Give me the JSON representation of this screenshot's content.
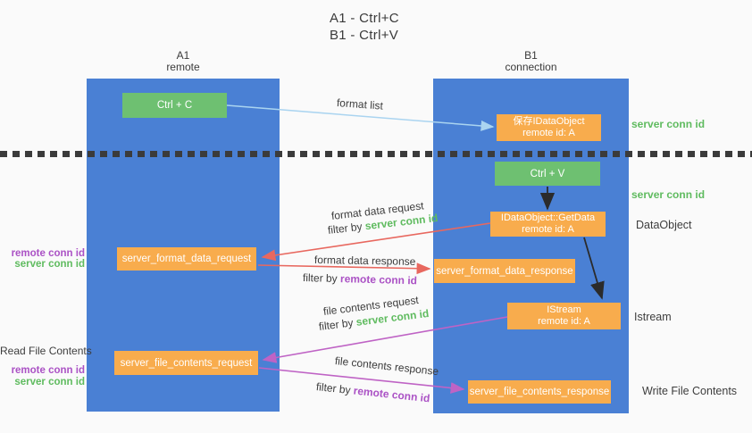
{
  "title": {
    "line1": "A1 - Ctrl+C",
    "line2": "B1 - Ctrl+V"
  },
  "lanes": {
    "a": {
      "name": "A1",
      "subtitle": "remote"
    },
    "b": {
      "name": "B1",
      "subtitle": "connection"
    }
  },
  "nodes": {
    "ctrl_c": {
      "label": "Ctrl + C"
    },
    "ctrl_v": {
      "label": "Ctrl + V"
    },
    "save_dataobject": {
      "line1": "保存IDataObject",
      "line2": "remote id: A"
    },
    "getdata": {
      "line1": "IDataObject::GetData",
      "line2": "remote id: A"
    },
    "istream": {
      "line1": "IStream",
      "line2": "remote id: A"
    },
    "format_request": {
      "label": "server_format_data_request"
    },
    "format_response": {
      "label": "server_format_data_response"
    },
    "file_request": {
      "label": "server_file_contents_request"
    },
    "file_response": {
      "label": "server_file_contents_response"
    }
  },
  "flow_labels": {
    "format_list": "format list",
    "format_data_request": "format data request",
    "format_data_response": "format data response",
    "file_contents_request": "file contents request",
    "file_contents_response": "file contents response",
    "filter_by": "filter by ",
    "server_conn_id": "server conn id",
    "remote_conn_id": "remote conn id"
  },
  "annotations": {
    "right_server_conn_top": "server conn id",
    "right_server_conn_mid": "server conn id",
    "dataobject": "DataObject",
    "istream": "Istream",
    "write_file_contents": "Write File Contents",
    "read_file_contents": "Read File Contents",
    "left_remote_conn_top": "remote conn id",
    "left_server_conn_top": "server conn id",
    "left_remote_conn_bottom": "remote conn id",
    "left_server_conn_bottom": "server conn id"
  },
  "colors": {
    "lane_blue": "#4a80d4",
    "node_green": "#6ec071",
    "node_orange": "#f8ac4d",
    "arrow_light_blue": "#aad4f0",
    "arrow_black": "#2b2b2b",
    "arrow_red": "#e8685f",
    "arrow_magenta": "#bf63c5",
    "label_green": "#5fbb5f",
    "label_purple": "#ab52c5",
    "text_dark": "#3d3d3d",
    "background": "#fafafa"
  }
}
